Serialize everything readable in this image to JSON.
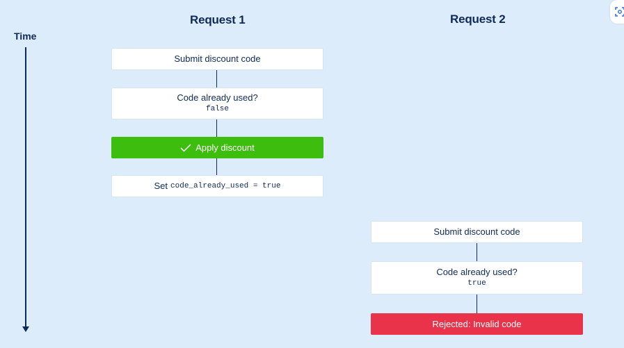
{
  "request1": {
    "title": "Request 1",
    "steps": {
      "submit": "Submit discount code",
      "check_label": "Code already used?",
      "check_value": "false",
      "apply": "Apply discount",
      "set_prefix": "Set",
      "set_code": "code_already_used = true"
    }
  },
  "request2": {
    "title": "Request 2",
    "steps": {
      "submit": "Submit discount code",
      "check_label": "Code already used?",
      "check_value": "true",
      "rejected": "Rejected: Invalid code"
    }
  },
  "time_axis": {
    "label": "Time"
  },
  "colors": {
    "background": "#dcecfb",
    "text": "#0f2a5a",
    "success": "#3dbe0f",
    "error": "#e8334a"
  },
  "icons": {
    "check": "check-icon",
    "corner": "visual-search-icon"
  }
}
